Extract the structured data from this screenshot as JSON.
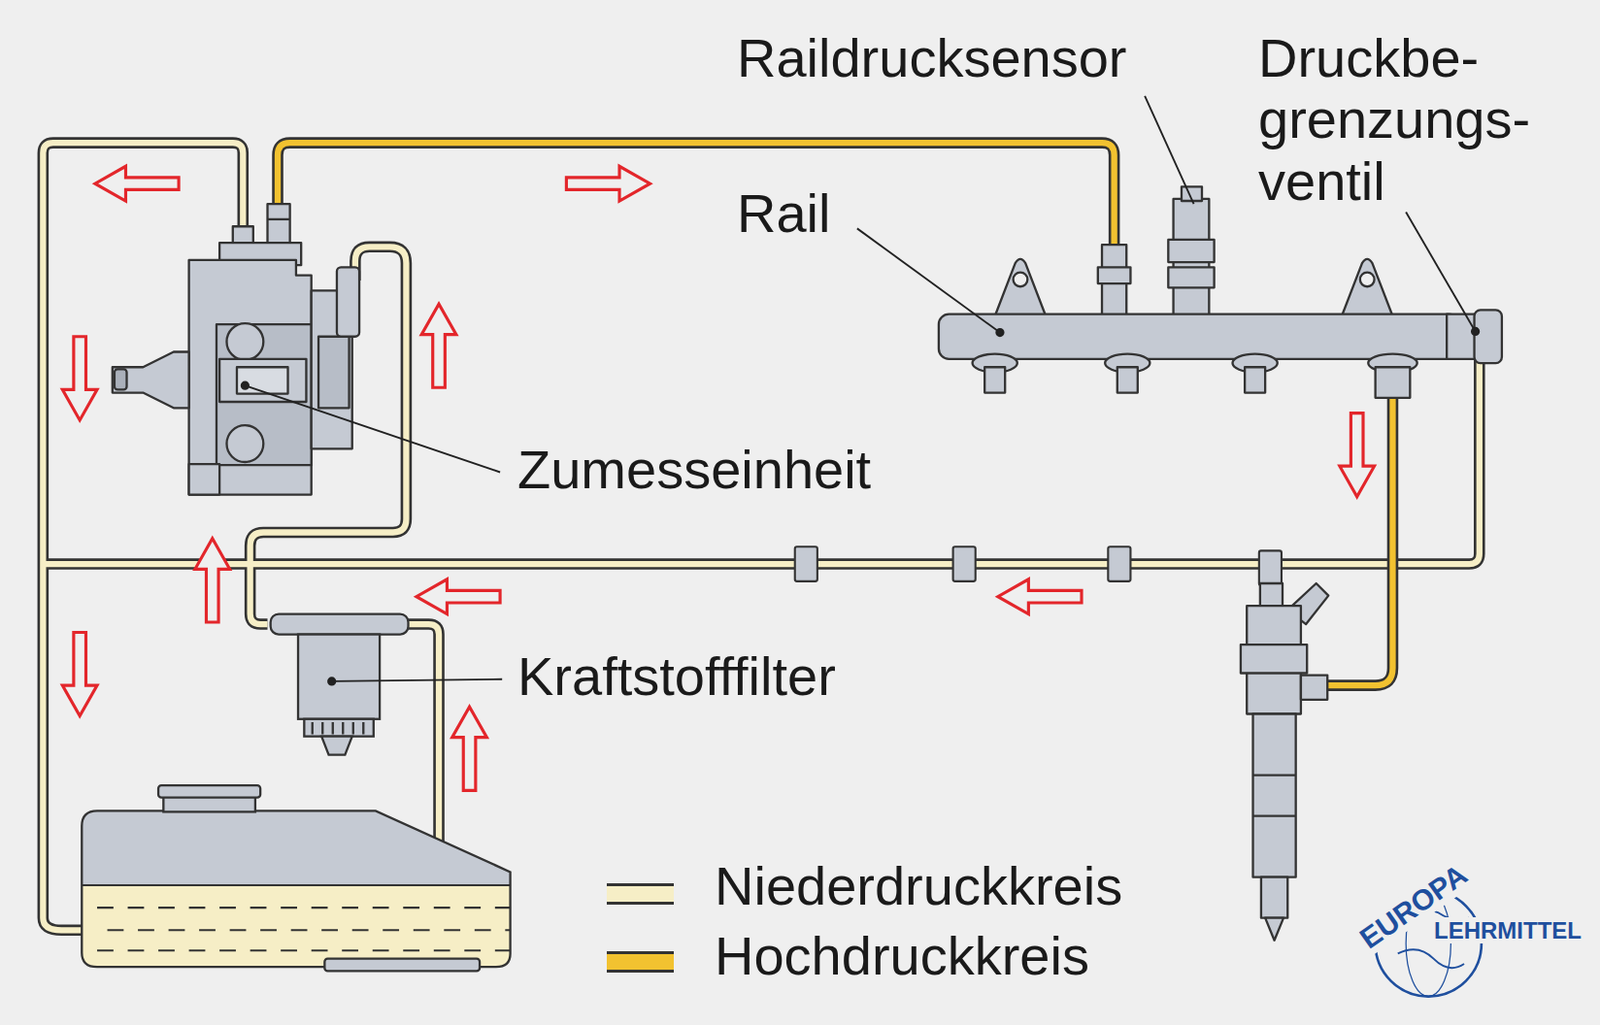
{
  "diagram": {
    "labels": [
      "Raildrucksensor",
      "Druckbe- grenzungs- ventil",
      "Rail",
      "Zumesseinheit",
      "Kraftstofffilter",
      "EUROPA",
      "LEHRMITTEL"
    ],
    "legend": [
      {
        "text": "Niederdruckkreis",
        "color": "#f6eec6"
      },
      {
        "text": "Hochdruckkreis",
        "color": "#f2c230"
      }
    ]
  }
}
